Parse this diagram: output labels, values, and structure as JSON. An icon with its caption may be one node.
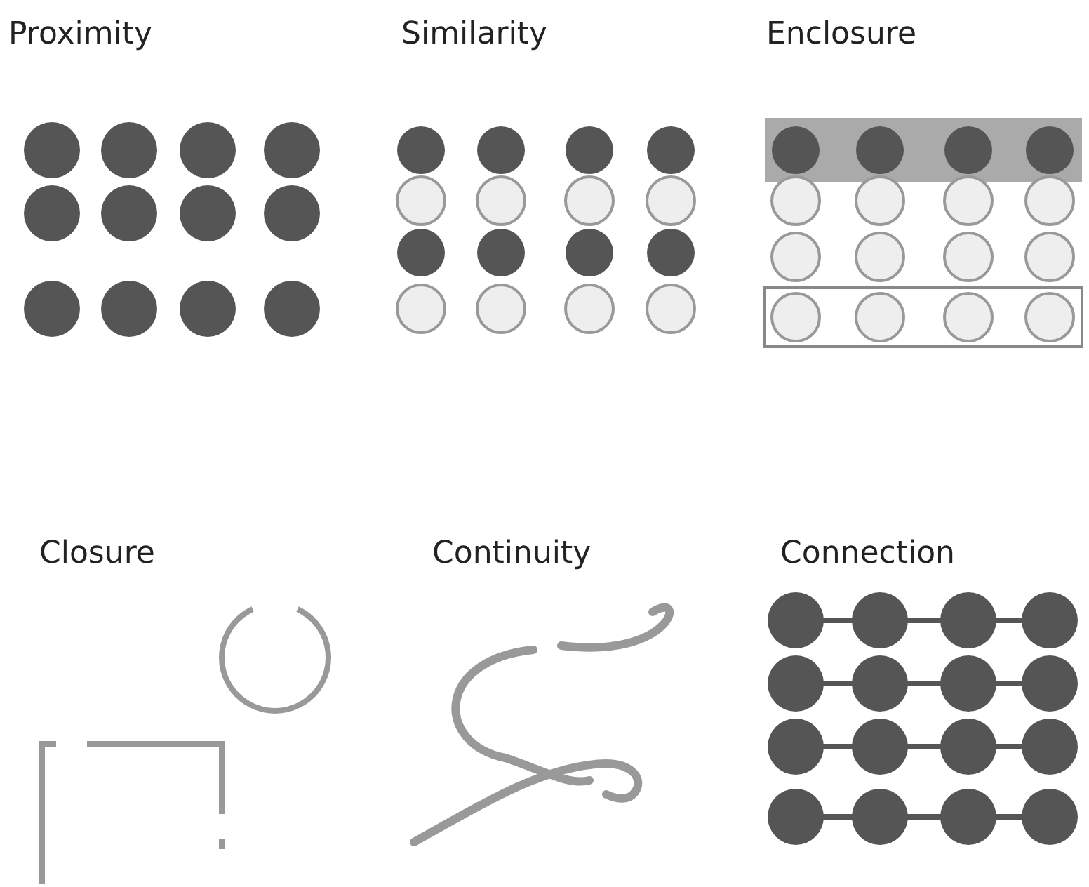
{
  "diagram": {
    "labels": [
      "Proximity",
      "Similarity",
      "Enclosure",
      "Closure",
      "Continuity",
      "Connection"
    ]
  }
}
